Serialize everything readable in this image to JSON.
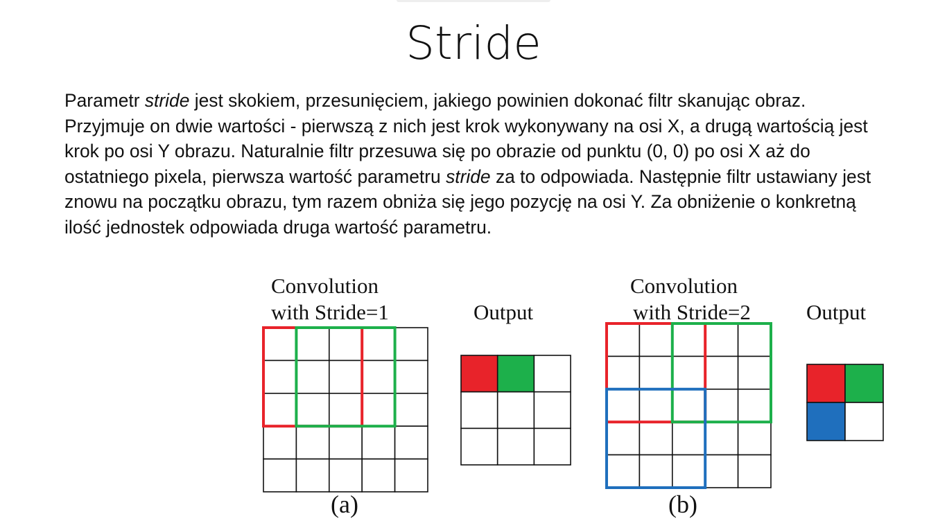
{
  "slide": {
    "title": "Stride",
    "paragraph": [
      {
        "text": "Parametr ",
        "italic": false
      },
      {
        "text": "stride",
        "italic": true
      },
      {
        "text": " jest skokiem, przesunięciem, jakiego powinien dokonać filtr skanując obraz. Przyjmuje on dwie wartości - pierwszą z nich jest krok wykonywany na osi X, a drugą wartością jest krok po osi Y obrazu. Naturalnie filtr przesuwa się po obrazie od punktu (0, 0) po osi X aż do ostatniego pixela, pierwsza wartość parametru ",
        "italic": false
      },
      {
        "text": "stride",
        "italic": true
      },
      {
        "text": " za to odpowiada. Następnie filtr ustawiany jest znowu na początku obrazu, tym razem obniża się jego pozycję na osi Y. Za obniżenie o konkretną ilość jednostek odpowiada druga wartość parametru.",
        "italic": false
      }
    ]
  },
  "figure": {
    "colors": {
      "red": "#e8232a",
      "green": "#1db04b",
      "blue": "#1f6fbd",
      "grid": "#111111"
    },
    "panel_a": {
      "heading_line1": "Convolution",
      "heading_line2": "with Stride=1",
      "output_label": "Output",
      "caption": "(a)",
      "input_size": 5,
      "filter_size": 3,
      "stride": 1,
      "output_size": 3,
      "filter_windows": [
        {
          "color": "red",
          "row": 0,
          "col": 0
        },
        {
          "color": "green",
          "row": 0,
          "col": 1
        }
      ],
      "output_filled": [
        {
          "row": 0,
          "col": 0,
          "color": "red"
        },
        {
          "row": 0,
          "col": 1,
          "color": "green"
        }
      ]
    },
    "panel_b": {
      "heading_line1": "Convolution",
      "heading_line2": "with Stride=2",
      "output_label": "Output",
      "caption": "(b)",
      "input_size": 5,
      "filter_size": 3,
      "stride": 2,
      "output_size": 2,
      "filter_windows": [
        {
          "color": "red",
          "row": 0,
          "col": 0
        },
        {
          "color": "green",
          "row": 0,
          "col": 2
        },
        {
          "color": "blue",
          "row": 2,
          "col": 0
        }
      ],
      "output_filled": [
        {
          "row": 0,
          "col": 0,
          "color": "red"
        },
        {
          "row": 0,
          "col": 1,
          "color": "green"
        },
        {
          "row": 1,
          "col": 0,
          "color": "blue"
        }
      ]
    }
  }
}
